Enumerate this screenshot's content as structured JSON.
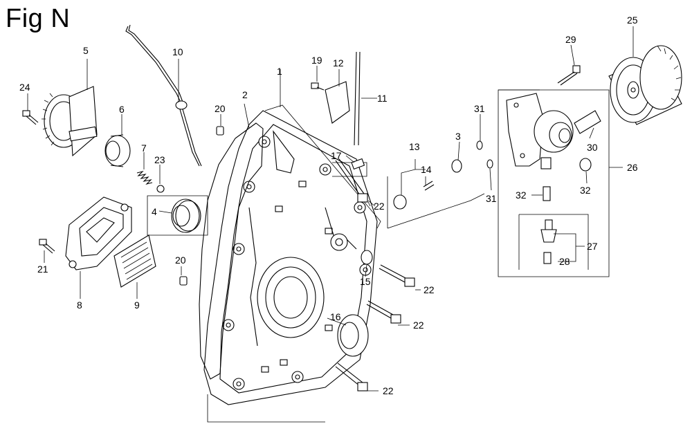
{
  "figure": {
    "title": "Fig N"
  },
  "callouts": {
    "c1": "1",
    "c2": "2",
    "c3": "3",
    "c4": "4",
    "c5": "5",
    "c6": "6",
    "c7": "7",
    "c8": "8",
    "c9": "9",
    "c10": "10",
    "c11": "11",
    "c12": "12",
    "c13": "13",
    "c14": "14",
    "c15": "15",
    "c16": "16",
    "c17": "17",
    "c19": "19",
    "c20a": "20",
    "c20b": "20",
    "c21": "21",
    "c22a": "22",
    "c22b": "22",
    "c22c": "22",
    "c22d": "22",
    "c23": "23",
    "c24": "24",
    "c25": "25",
    "c26": "26",
    "c27": "27",
    "c28": "28",
    "c29": "29",
    "c30": "30",
    "c31a": "31",
    "c31b": "31",
    "c32a": "32",
    "c32b": "32"
  }
}
